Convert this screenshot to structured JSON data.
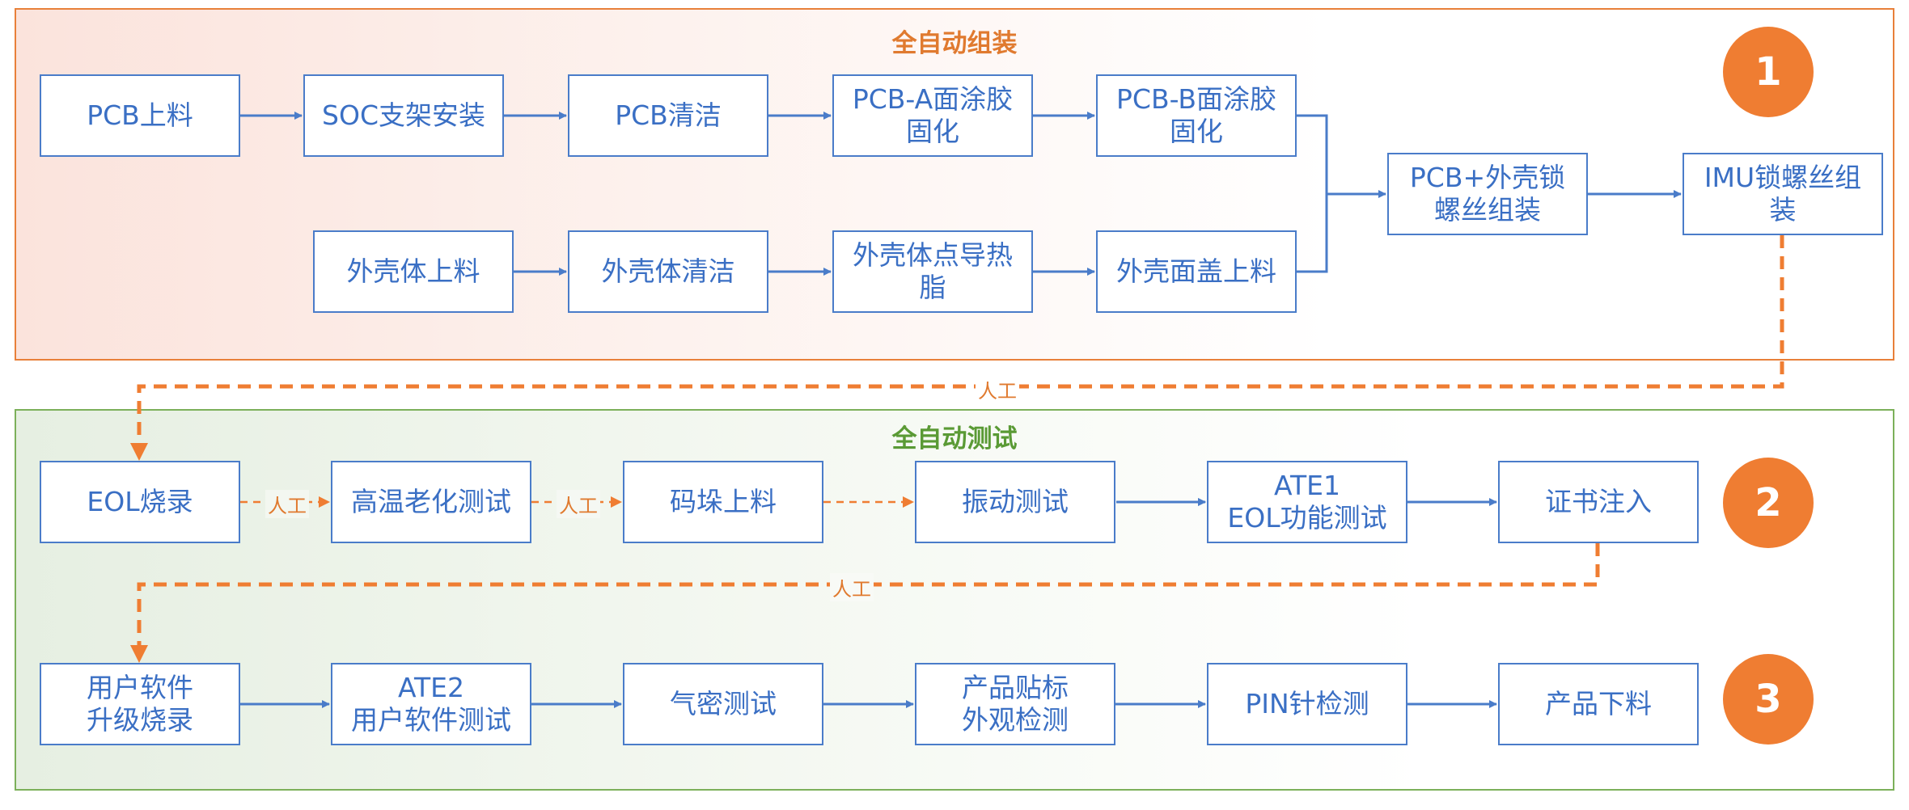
{
  "sections": {
    "assembly": {
      "title": "全自动组装",
      "badge": "1"
    },
    "test": {
      "title": "全自动测试"
    },
    "badges": [
      "2",
      "3"
    ]
  },
  "steps": {
    "pcb_load": "PCB上料",
    "soc_bracket": "SOC支架安装",
    "pcb_clean": "PCB清洁",
    "pcb_a_glue": "PCB-A面涂胶\n固化",
    "pcb_b_glue": "PCB-B面涂胶\n固化",
    "housing_load": "外壳体上料",
    "housing_clean": "外壳体清洁",
    "thermal_paste": "外壳体点导热\n脂",
    "cover_load": "外壳面盖上料",
    "pcb_housing_screw": "PCB+外壳锁\n螺丝组装",
    "imu_screw": "IMU锁螺丝组\n装",
    "eol_flash": "EOL烧录",
    "high_temp_aging": "高温老化测试",
    "stack_load": "码垛上料",
    "vibration": "振动测试",
    "ate1": "ATE1\nEOL功能测试",
    "cert_inject": "证书注入",
    "user_sw_flash": "用户软件\n升级烧录",
    "ate2": "ATE2\n用户软件测试",
    "airtight": "气密测试",
    "label_inspect": "产品贴标\n外观检测",
    "pin_check": "PIN针检测",
    "unload": "产品下料"
  },
  "connectors": {
    "manual_label": "人工"
  },
  "colors": {
    "box_border": "#4a7cc9",
    "box_text": "#3a6fc4",
    "arrow": "#4a7cc9",
    "manual_arrow": "#ef7d32",
    "assembly_border": "#e8803a",
    "test_border": "#7cb05a",
    "badge": "#ef7d32"
  }
}
